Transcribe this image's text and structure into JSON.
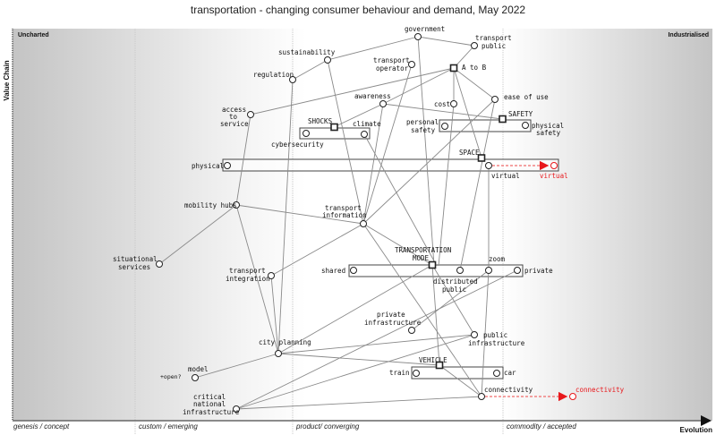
{
  "title": "transportation - changing consumer behaviour and demand, May 2022",
  "axes": {
    "y_title": "Value Chain",
    "x_title": "Evolution",
    "top_left": "Uncharted",
    "top_right": "Industrialised",
    "stages": [
      "genesis / concept",
      "custom / emerging",
      "product/ converging",
      "commodity / accepted"
    ]
  },
  "colors": {
    "evolve": "#e8171b",
    "link": "#8a8a8a",
    "node": "#222222"
  },
  "annotations": {
    "open_note": "+open?"
  },
  "labels": {
    "government": "government",
    "transport_public": "transport public",
    "sustainability": "sustainability",
    "transport_operator": "transport operator",
    "regulation": "regulation",
    "a_to_b": "A to B",
    "awareness": "awareness",
    "cost": "cost",
    "ease_of_use": "ease of use",
    "access_to_service": "access to service",
    "shocks": "SHOCKS",
    "climate": "climate",
    "cybersecurity": "cybersecurity",
    "safety": "SAFETY",
    "personal_safety": "personal safety",
    "physical_safety": "physical safety",
    "space": "SPACE",
    "physical": "physical",
    "virtual": "virtual",
    "virtual_evolved": "virtual",
    "mobility_hubs": "mobility hubs",
    "transport_information": "transport information",
    "situational_services": "situational services",
    "transportation_mode": "TRANSPORTATION MODE",
    "shared": "shared",
    "distributed_public": "distributed public",
    "zoom": "zoom",
    "private": "private",
    "transport_integration": "transport integration",
    "private_infrastructure": "private infrastructure",
    "public_infrastructure": "public infrastructure",
    "city_planning": "city planning",
    "vehicle": "VEHICLE",
    "train": "train",
    "car": "car",
    "model": "model",
    "connectivity": "connectivity",
    "connectivity_evolved": "connectivity",
    "critical_national_infrastructure": "critical national infrastructure"
  }
}
